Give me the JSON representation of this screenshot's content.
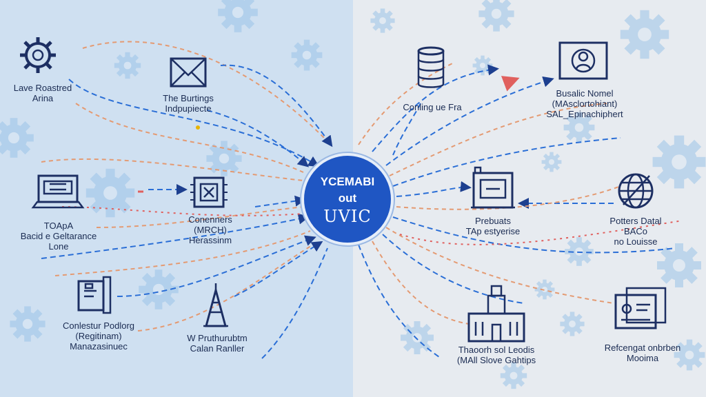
{
  "center": {
    "line1": "YCEMABI",
    "line2": "out",
    "line3": "UVIC"
  },
  "nodes": [
    {
      "id": "gear",
      "icon": "gear-icon",
      "lines": [
        "Lave Roastred",
        "Arina"
      ]
    },
    {
      "id": "envelope",
      "icon": "envelope-icon",
      "lines": [
        "The Burtings",
        "Indpupiecte"
      ]
    },
    {
      "id": "laptop",
      "icon": "laptop-icon",
      "lines": [
        "TOApA",
        "Bacid e Geltarance",
        "Lone"
      ]
    },
    {
      "id": "processor",
      "icon": "processor-icon",
      "lines": [
        "Conenners",
        "(MRCH)",
        "Herassinm"
      ]
    },
    {
      "id": "document",
      "icon": "document-icon",
      "lines": [
        "Conlestur Podlorg",
        "(Regitinam)",
        "Manazasinuec"
      ]
    },
    {
      "id": "tower",
      "icon": "tower-icon",
      "lines": [
        "W Pruthurubtm",
        "Calan Ranller"
      ]
    },
    {
      "id": "database",
      "icon": "database-icon",
      "lines": [
        "Conling ue Fra"
      ]
    },
    {
      "id": "portrait",
      "icon": "portrait-icon",
      "lines": [
        "Busalic Nomel",
        "(MAsclortohiant)",
        "SAL_Epinachiphert"
      ]
    },
    {
      "id": "machine",
      "icon": "machine-icon",
      "lines": [
        "Prebuats",
        "TAp estyerise"
      ]
    },
    {
      "id": "globe",
      "icon": "globe-icon",
      "lines": [
        "Potters Datal",
        "BACo",
        "no Louisse"
      ]
    },
    {
      "id": "building",
      "icon": "building-icon",
      "lines": [
        "Thaoorh sol Leodis",
        "(MAll Slove Gahtips"
      ]
    },
    {
      "id": "id-card",
      "icon": "id-card-icon",
      "lines": [
        "Refcengat onbrben",
        "Mooima"
      ]
    }
  ],
  "colors": {
    "left_background": "#cfe0f1",
    "right_background": "#e7ebf0",
    "hub": "#1f56c3",
    "icon_stroke": "#1d2f63",
    "flow_blue": "#2a6ed6",
    "flow_orange": "#e49a72",
    "flow_red": "#e0605e",
    "gear_decor": "#9cc4e8"
  }
}
